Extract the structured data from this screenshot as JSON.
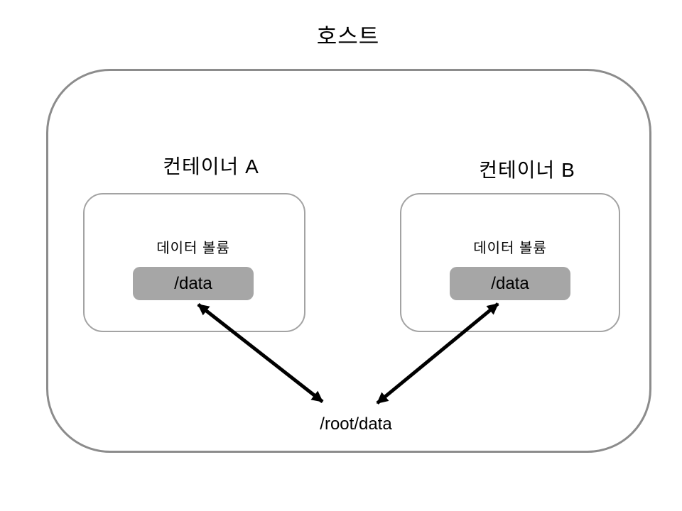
{
  "title": "호스트",
  "containers": [
    {
      "label": "컨테이너 A",
      "volume_label": "데이터 볼륨",
      "mount_path": "/data"
    },
    {
      "label": "컨테이너 B",
      "volume_label": "데이터 볼륨",
      "mount_path": "/data"
    }
  ],
  "host_path": "/root/data",
  "colors": {
    "host_border": "#8c8c8c",
    "container_border": "#a3a3a3",
    "volume_fill": "#a6a6a6",
    "arrow": "#000000",
    "text": "#000000",
    "background": "#ffffff"
  }
}
